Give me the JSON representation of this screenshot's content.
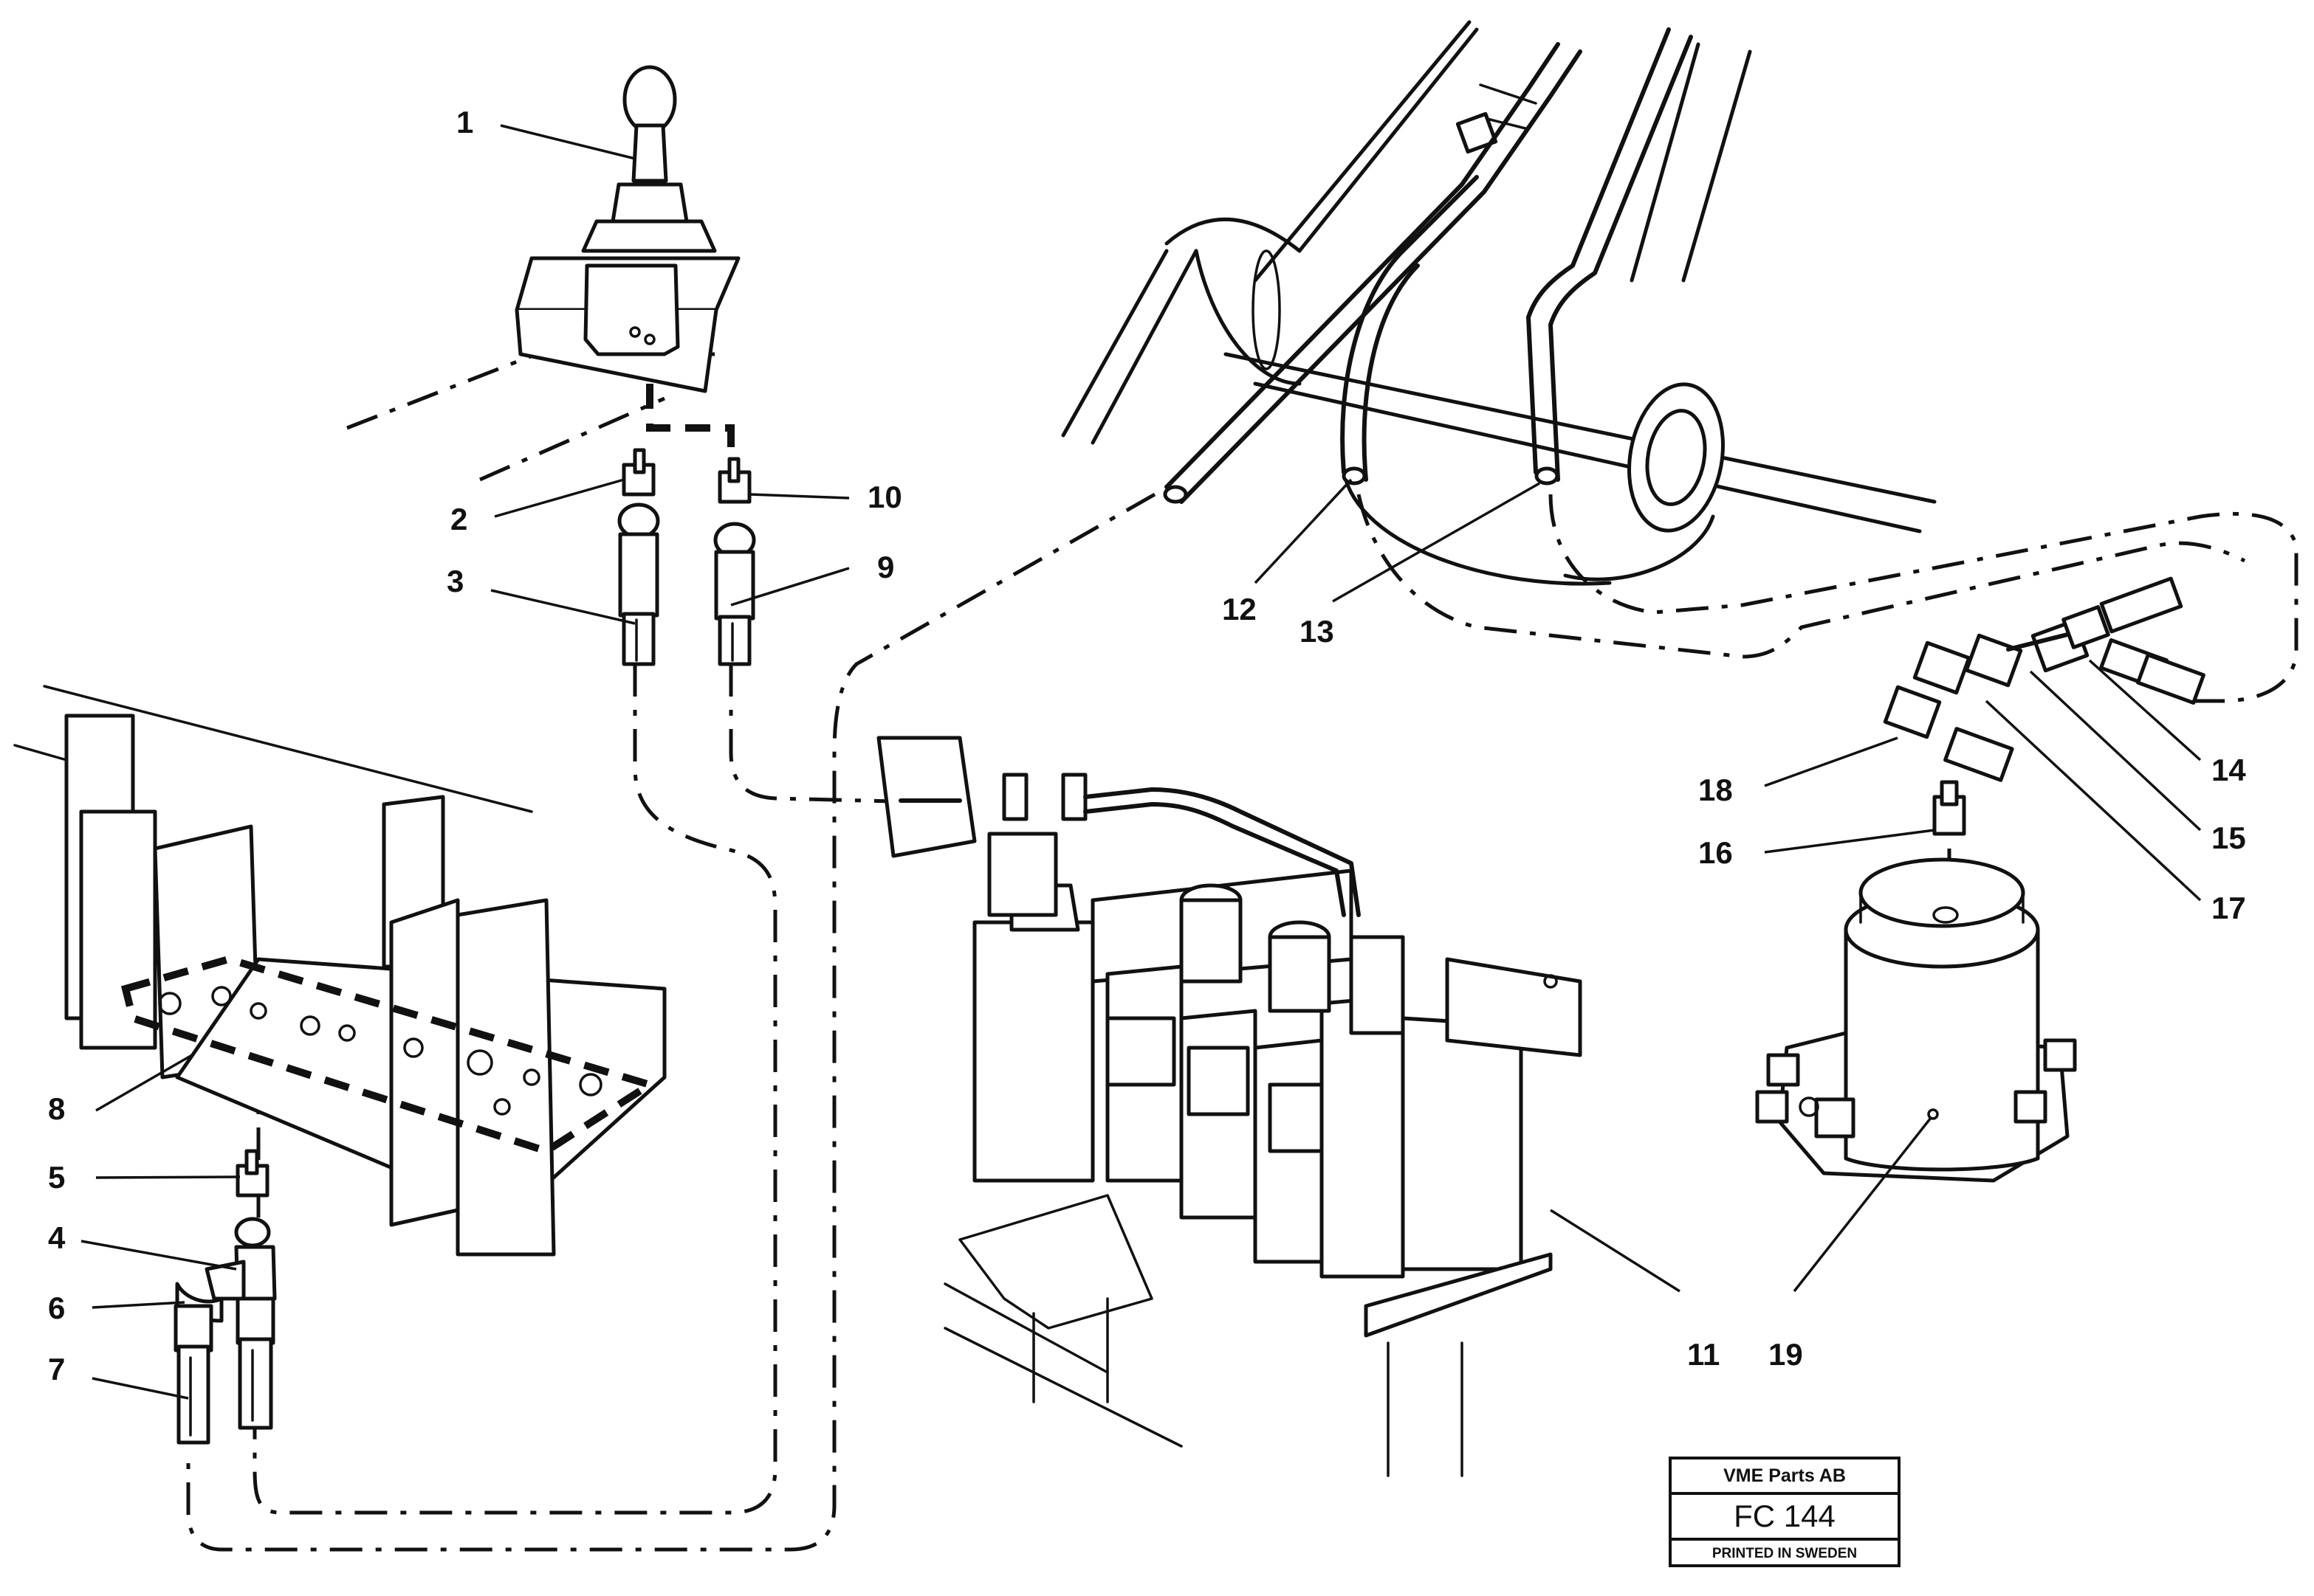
{
  "diagram": {
    "callouts": [
      "1",
      "2",
      "3",
      "4",
      "5",
      "6",
      "7",
      "8",
      "9",
      "10",
      "11",
      "12",
      "13",
      "14",
      "15",
      "16",
      "17",
      "18",
      "19"
    ]
  },
  "title_block": {
    "company": "VME Parts AB",
    "code": "FC 144",
    "printed": "PRINTED IN SWEDEN"
  }
}
